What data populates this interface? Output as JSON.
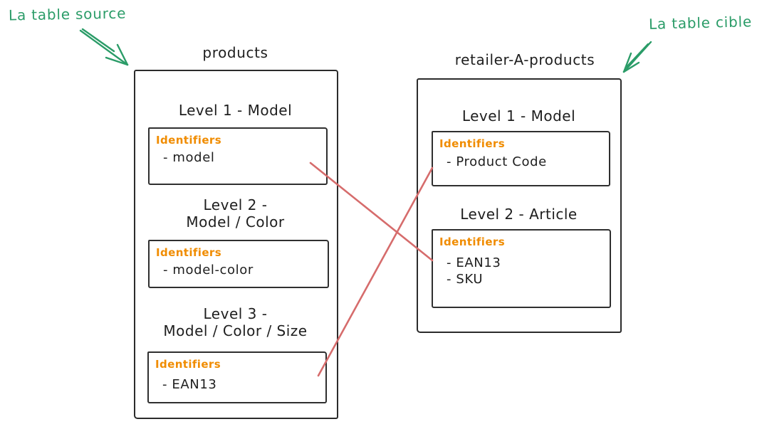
{
  "colors": {
    "ink": "#1e1e1e",
    "box_stroke": "#2b2b2b",
    "identifiers_orange": "#f08c00",
    "mapping_red": "#d66c6c",
    "annotation_green": "#2b9c68",
    "background": "#ffffff"
  },
  "annotations": {
    "source": {
      "label": "La table source",
      "points_to": "products table top-left corner"
    },
    "target": {
      "label": "La table cible",
      "points_to": "retailer-A-products table top-right corner"
    }
  },
  "source_table": {
    "title": "products",
    "levels": [
      {
        "heading": "Level 1 - Model",
        "identifiers_label": "Identifiers",
        "items": [
          "- model"
        ]
      },
      {
        "heading": "Level 2 -\nModel / Color",
        "identifiers_label": "Identifiers",
        "items": [
          "- model-color"
        ]
      },
      {
        "heading": "Level 3 -\nModel / Color / Size",
        "identifiers_label": "Identifiers",
        "items": [
          "- EAN13"
        ]
      }
    ]
  },
  "target_table": {
    "title": "retailer-A-products",
    "levels": [
      {
        "heading": "Level 1 - Model",
        "identifiers_label": "Identifiers",
        "items": [
          "- Product Code"
        ]
      },
      {
        "heading": "Level 2 - Article",
        "identifiers_label": "Identifiers",
        "items": [
          "- EAN13",
          "- SKU"
        ]
      }
    ]
  },
  "connections": [
    {
      "from": "products / Level 1 - Model / Identifiers (model)",
      "to": "retailer-A-products / Level 2 - Article / Identifiers (EAN13, SKU)",
      "color": "#d66c6c"
    },
    {
      "from": "products / Level 3 - Model / Color / Size / Identifiers (EAN13)",
      "to": "retailer-A-products / Level 1 - Model / Identifiers (Product Code)",
      "color": "#d66c6c"
    }
  ]
}
